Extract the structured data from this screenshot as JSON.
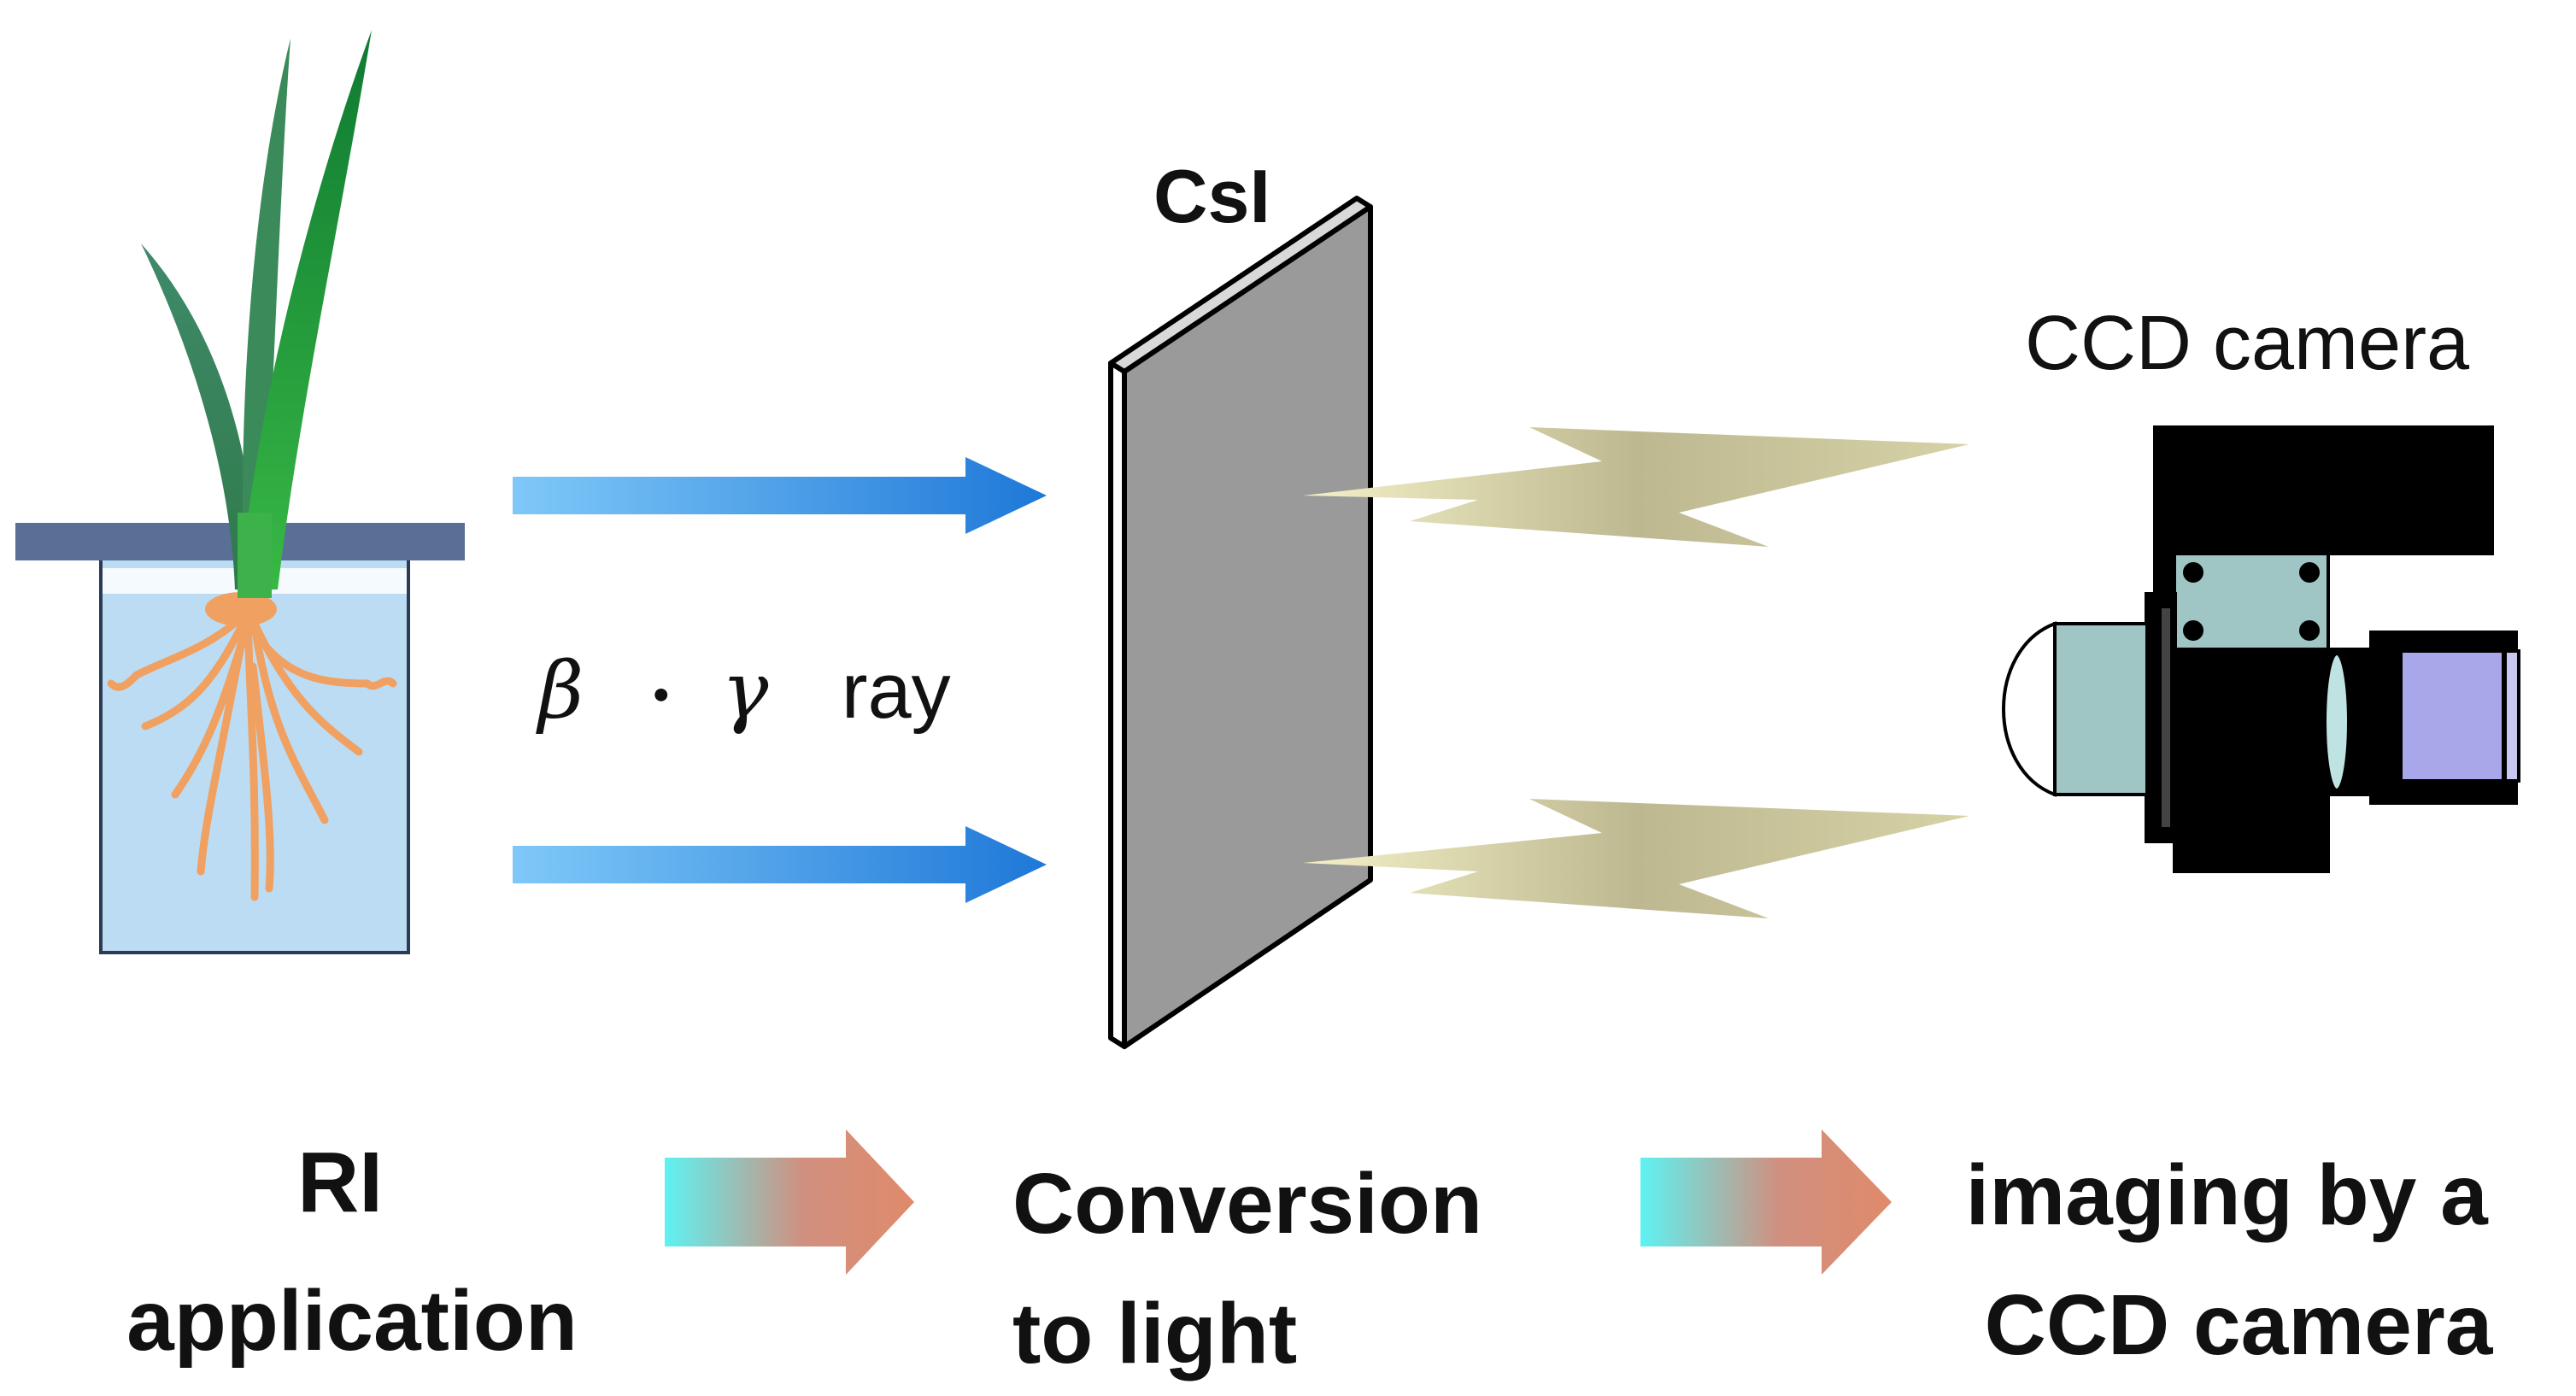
{
  "labels": {
    "scintillator": "CsI",
    "camera": "CCD camera",
    "ray_beta": "β",
    "ray_dot": "・",
    "ray_gamma": "γ",
    "ray_word": "ray"
  },
  "steps": [
    {
      "line1": "RI",
      "line2": "application"
    },
    {
      "line1": "Conversion",
      "line2": "to light"
    },
    {
      "line1": "imaging by a",
      "line2": "CCD camera"
    }
  ],
  "colors": {
    "beam_arrow": "#2f8fe0",
    "water": "#bcdcf3",
    "lid": "#596f96",
    "root": "#f0a060",
    "leaf": "#1e9a3a",
    "plate": "#9a9a9a",
    "light": "#c9c48c",
    "camera_body": "#000000",
    "camera_accent": "#9fc6c4",
    "lens": "#a7a7ea",
    "step_arrow_start": "#5ef2f2",
    "step_arrow_end": "#e08a6a"
  }
}
